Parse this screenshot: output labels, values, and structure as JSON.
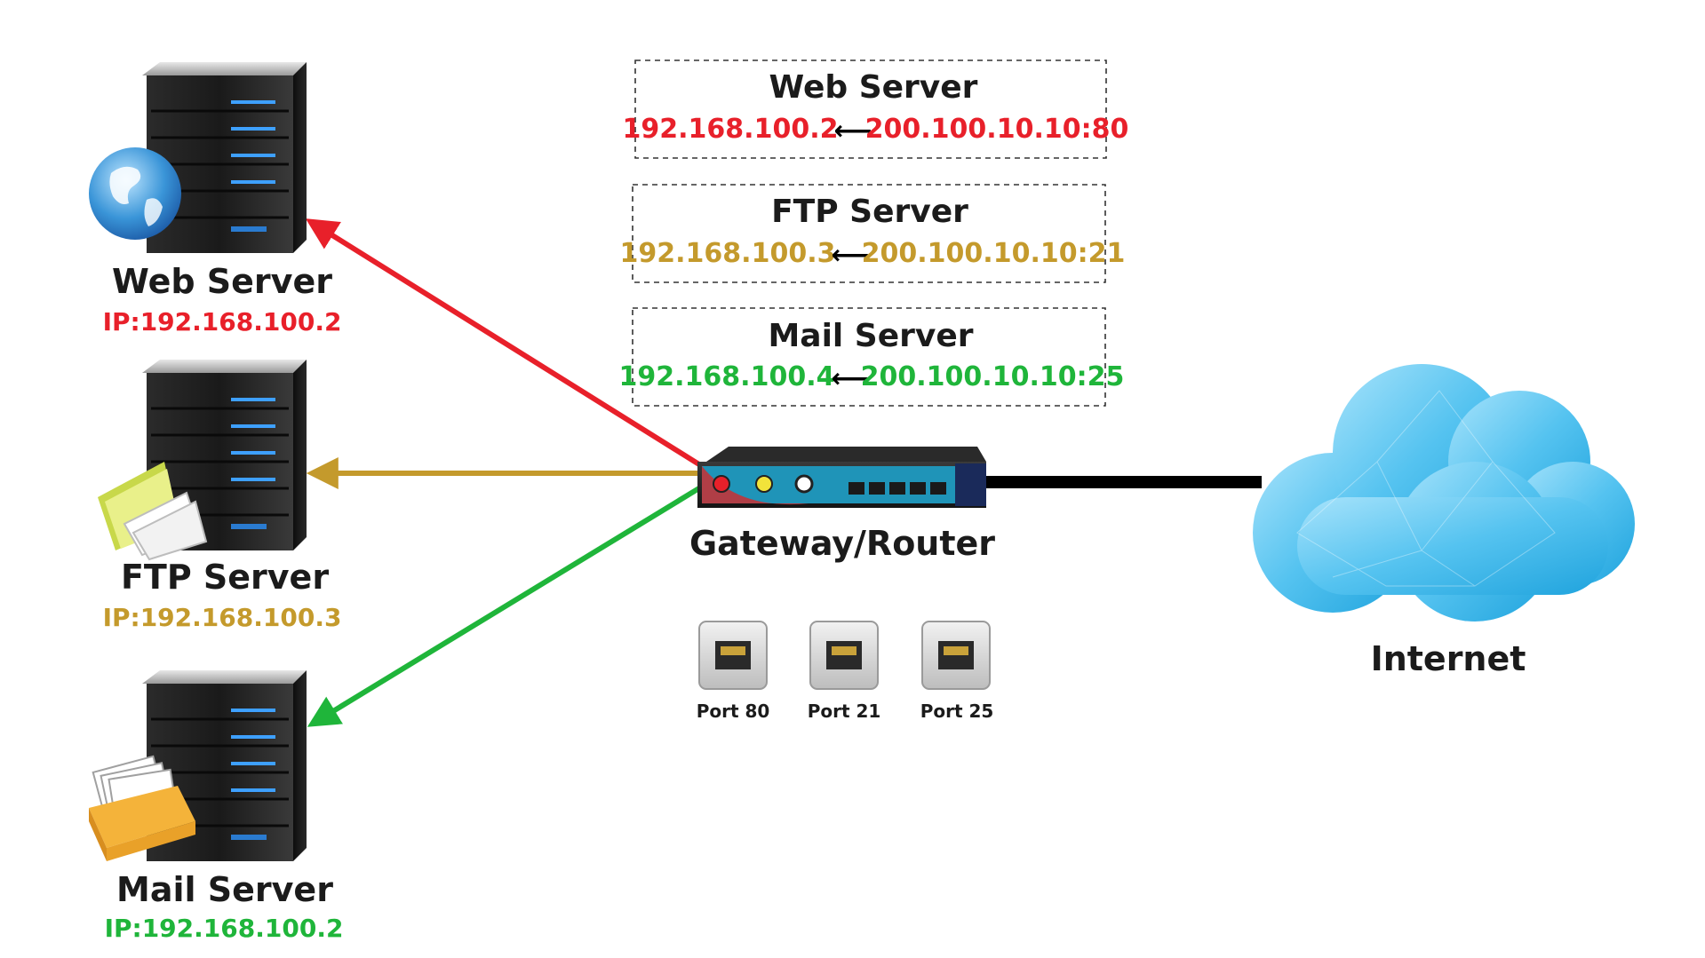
{
  "colors": {
    "web": "#e8202a",
    "ftp": "#c49a2c",
    "mail": "#1fb53a",
    "link": "#000000"
  },
  "servers": [
    {
      "name": "Web Server",
      "ip": "IP:192.168.100.2",
      "color": "#e8202a",
      "icon": "globe-icon"
    },
    {
      "name": "FTP Server",
      "ip": "IP:192.168.100.3",
      "color": "#c49a2c",
      "icon": "folder-icon"
    },
    {
      "name": "Mail Server",
      "ip": "IP:192.168.100.2",
      "color": "#1fb53a",
      "icon": "mail-tray-icon"
    }
  ],
  "nat_table": [
    {
      "title": "Web Server",
      "internal": "192.168.100.2",
      "arrow": "⟵",
      "external": "200.100.10.10:80",
      "color": "#e8202a"
    },
    {
      "title": "FTP Server",
      "internal": "192.168.100.3",
      "arrow": "⟵",
      "external": "200.100.10.10:21",
      "color": "#c49a2c"
    },
    {
      "title": "Mail Server",
      "internal": "192.168.100.4",
      "arrow": "⟵",
      "external": "200.100.10.10:25",
      "color": "#1fb53a"
    }
  ],
  "router": {
    "label": "Gateway/Router"
  },
  "ports": [
    "Port 80",
    "Port 21",
    "Port 25"
  ],
  "internet": {
    "label": "Internet"
  }
}
